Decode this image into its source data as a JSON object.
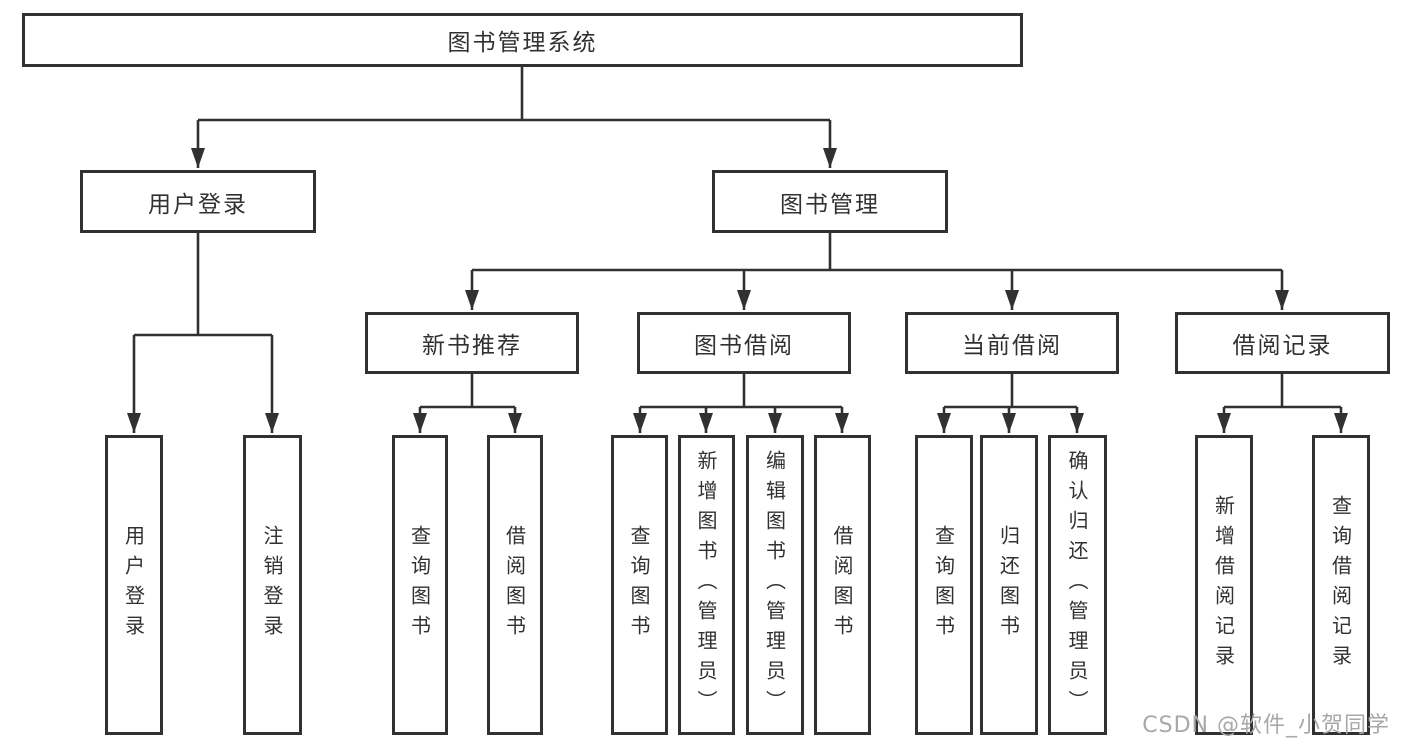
{
  "diagram": {
    "title_node": {
      "label": "图书管理系统"
    },
    "level2": [
      {
        "label": "用户登录"
      },
      {
        "label": "图书管理"
      }
    ],
    "level3": [
      {
        "label": "新书推荐"
      },
      {
        "label": "图书借阅"
      },
      {
        "label": "当前借阅"
      },
      {
        "label": "借阅记录"
      }
    ],
    "leaves": {
      "user": [
        {
          "label": "用户登录"
        },
        {
          "label": "注销登录"
        }
      ],
      "recommend": [
        {
          "label": "查询图书"
        },
        {
          "label": "借阅图书"
        }
      ],
      "borrow": [
        {
          "label": "查询图书"
        },
        {
          "label": "新增图书（管理员）"
        },
        {
          "label": "编辑图书（管理员）"
        },
        {
          "label": "借阅图书"
        }
      ],
      "current": [
        {
          "label": "查询图书"
        },
        {
          "label": "归还图书"
        },
        {
          "label": "确认归还（管理员）"
        }
      ],
      "records": [
        {
          "label": "新增借阅记录"
        },
        {
          "label": "查询借阅记录"
        }
      ]
    }
  },
  "watermark": {
    "text": "CSDN @软件_小贺同学"
  },
  "colors": {
    "line": "#313131",
    "text": "#313131",
    "box_background": "#ffffff",
    "watermark": "#a8a8a8",
    "background": "#ffffff"
  }
}
